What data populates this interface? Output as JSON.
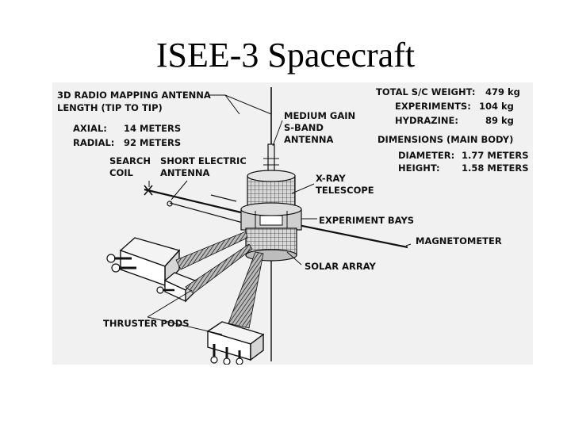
{
  "slide": {
    "title": "ISEE-3 Spacecraft"
  },
  "figure": {
    "labels": {
      "radio_antenna_line1": "3D RADIO MAPPING ANTENNA",
      "radio_antenna_line2": "LENGTH (TIP TO TIP)",
      "axial_label": "AXIAL:",
      "axial_value": "14 METERS",
      "radial_label": "RADIAL:",
      "radial_value": "92 METERS",
      "search_coil_line1": "SEARCH",
      "search_coil_line2": "COIL",
      "short_antenna_line1": "SHORT ELECTRIC",
      "short_antenna_line2": "ANTENNA",
      "medium_gain_line1": "MEDIUM GAIN",
      "medium_gain_line2": "S-BAND",
      "medium_gain_line3": "ANTENNA",
      "xray_line1": "X-RAY",
      "xray_line2": "TELESCOPE",
      "experiment_bays": "EXPERIMENT BAYS",
      "magnetometer": "MAGNETOMETER",
      "solar_array": "SOLAR ARRAY",
      "thruster_pods": "THRUSTER PODS"
    },
    "specs": {
      "total_weight_label": "TOTAL S/C WEIGHT:",
      "total_weight_value": "479 kg",
      "experiments_label": "EXPERIMENTS:",
      "experiments_value": "104 kg",
      "hydrazine_label": "HYDRAZINE:",
      "hydrazine_value": "89 kg",
      "dimensions_heading": "DIMENSIONS (MAIN BODY)",
      "diameter_label": "DIAMETER:",
      "diameter_value": "1.77 METERS",
      "height_label": "HEIGHT:",
      "height_value": "1.58 METERS"
    }
  }
}
